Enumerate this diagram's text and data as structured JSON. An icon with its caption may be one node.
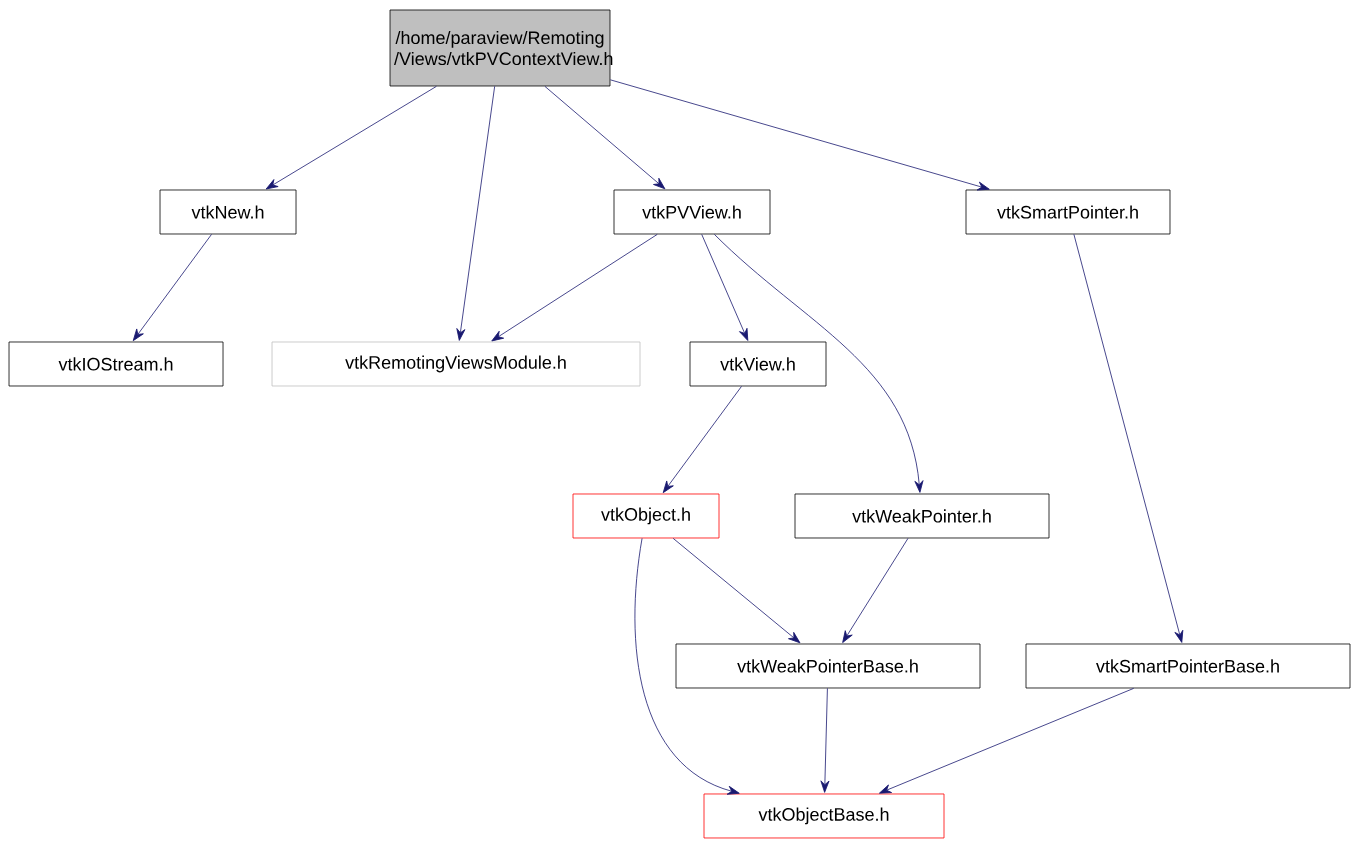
{
  "diagram": {
    "nodes": [
      {
        "text": [
          "/home/paraview/Remoting /Views/vtkPVContextView.h"
        ]
      },
      {
        "text": [
          "vtkNew.h"
        ]
      },
      {
        "text": [
          "vtkPVView.h"
        ]
      },
      {
        "text": [
          "vtkSmartPointer.h"
        ]
      },
      {
        "text": [
          "vtkIOStream.h"
        ]
      },
      {
        "text": [
          "vtkRemotingViewsModule.h"
        ]
      },
      {
        "text": [
          "vtkView.h"
        ]
      },
      {
        "text": [
          "vtkObject.h"
        ]
      },
      {
        "text": [
          "vtkWeakPointer.h"
        ]
      },
      {
        "text": [
          "vtkWeakPointerBase.h"
        ]
      },
      {
        "text": [
          "vtkSmartPointerBase.h"
        ]
      },
      {
        "text": [
          "vtkObjectBase.h"
        ]
      }
    ],
    "edges": [
      {
        "from": 0,
        "to": 1,
        "arrow": "to"
      },
      {
        "from": 0,
        "to": 5,
        "arrow": "to"
      },
      {
        "from": 0,
        "to": 2,
        "arrow": "to"
      },
      {
        "from": 0,
        "to": 3,
        "arrow": "to"
      },
      {
        "from": 1,
        "to": 4,
        "arrow": "to"
      },
      {
        "from": 2,
        "to": 5,
        "arrow": "to"
      },
      {
        "from": 2,
        "to": 6,
        "arrow": "to"
      },
      {
        "from": 2,
        "to": 8,
        "arrow": "to"
      },
      {
        "from": 6,
        "to": 7,
        "arrow": "to"
      },
      {
        "from": 7,
        "to": 9,
        "arrow": "to"
      },
      {
        "from": 7,
        "to": 11,
        "arrow": "to"
      },
      {
        "from": 8,
        "to": 9,
        "arrow": "to"
      },
      {
        "from": 3,
        "to": 10,
        "arrow": "to"
      },
      {
        "from": 9,
        "to": 11,
        "arrow": "to"
      },
      {
        "from": 10,
        "to": 11,
        "arrow": "to"
      }
    ]
  }
}
